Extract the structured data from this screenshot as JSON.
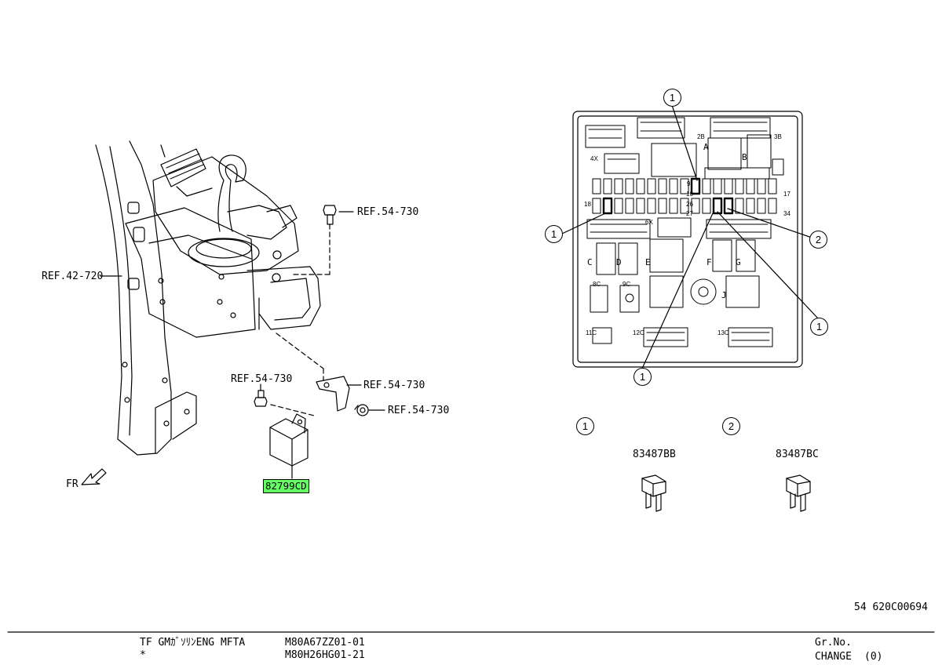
{
  "left_view": {
    "refs": {
      "ref_42_720": "REF.42-720",
      "ref_54_730_top": "REF.54-730",
      "ref_54_730_bolt": "REF.54-730",
      "ref_54_730_bracket": "REF.54-730",
      "ref_54_730_nut": "REF.54-730"
    },
    "fr_label": "FR",
    "part_number": "82799CD"
  },
  "fuse_box": {
    "callouts": {
      "top": "1",
      "left": "1",
      "right": "2",
      "right_lower": "1",
      "bottom": "1"
    },
    "connector_labels": [
      "2B",
      "3B",
      "4X",
      "A",
      "B",
      "6X",
      "C",
      "D",
      "E",
      "F",
      "G",
      "8C",
      "9C",
      "J",
      "11C",
      "12C",
      "13C"
    ],
    "row_numbers": [
      "9",
      "10",
      "17",
      "18",
      "26",
      "27",
      "34"
    ]
  },
  "legend": [
    {
      "index": "1",
      "part": "83487BB"
    },
    {
      "index": "2",
      "part": "83487BC"
    }
  ],
  "page_code": "54 620C00694",
  "footer": {
    "model": "TF GMｶﾞｿﾘﾝENG MFTA",
    "star": "*",
    "code1": "M80A67ZZ01-01",
    "code2": "M80H26HG01-21",
    "gr_no": "Gr.No.",
    "change_label": "CHANGE",
    "change_value": "(0)"
  }
}
